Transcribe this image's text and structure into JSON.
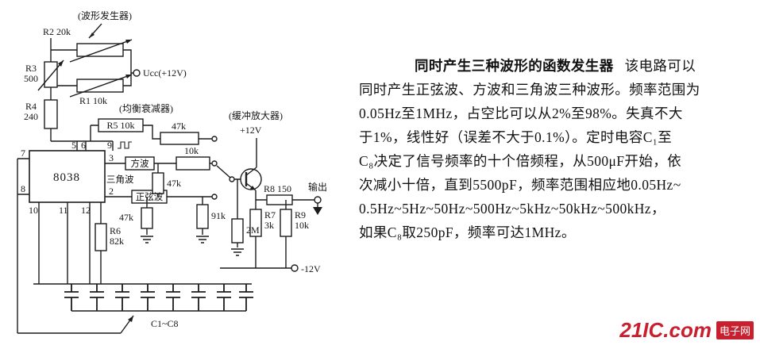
{
  "schematic": {
    "annotations": {
      "waveform_generator": "(波形发生器)",
      "balance_attenuator": "(均衡衰减器)",
      "buffer_amplifier": "(缓冲放大器)"
    },
    "power": {
      "ucc": "Ucc(+12V)",
      "plus12": "+12V",
      "minus12": "-12V"
    },
    "ic": {
      "name": "8038",
      "pins": {
        "p2": "2",
        "p3": "3",
        "p5": "5",
        "p6": "6",
        "p7": "7",
        "p8": "8",
        "p9": "9",
        "p10": "10",
        "p11": "11",
        "p12": "12"
      }
    },
    "resistors": {
      "r1": "R1 10k",
      "r2": "R2 20k",
      "r3_name": "R3",
      "r3_value": "500",
      "r4_name": "R4",
      "r4_value": "240",
      "r5": "R5 10k",
      "r6_name": "R6",
      "r6_value": "82k",
      "r7_name": "R7",
      "r7_value": "3k",
      "r8": "R8 150",
      "r9_name": "R9",
      "r9_value": "10k",
      "r47k_top": "47k",
      "r47k_mid": "47k",
      "r47k_low": "47k",
      "r10k": "10k",
      "r91k": "91k",
      "r2m": "2M"
    },
    "waveforms": {
      "square": "方波",
      "triangle": "三角波",
      "sine": "正弦波"
    },
    "output_label": "输出",
    "caps_label": "C1~C8"
  },
  "article": {
    "title": "同时产生三种波形的函数发生器",
    "title_rest": "该电路可以",
    "lines": [
      "同时产生正弦波、方波和三角波三种波形。频率范围为",
      "0.05Hz至1MHz，占空比可以从2%至98%。失真不大",
      "于1%，线性好（误差不大于0.1%）。定时电容C₁至",
      "C₈决定了信号频率的十个倍频程，从500μF开始，依",
      "次减小十倍，直到5500pF，频率范围相应地0.05Hz~",
      "0.5Hz~5Hz~50Hz~500Hz~5kHz~50kHz~500kHz，",
      "如果C₈取250pF，频率可达1MHz。"
    ]
  },
  "watermark": {
    "brand": "21IC.com",
    "tag": "电子网"
  },
  "colors": {
    "accent_red": "#c8202f",
    "ink": "#151515"
  }
}
